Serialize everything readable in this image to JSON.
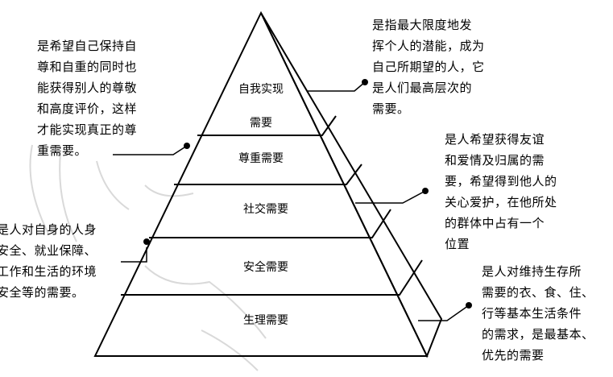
{
  "levels": [
    {
      "label": "自我实现",
      "label2": "需要"
    },
    {
      "label": "尊重需要"
    },
    {
      "label": "社交需要"
    },
    {
      "label": "安全需要"
    },
    {
      "label": "生理需要"
    }
  ],
  "notes": {
    "self_actualization": "是指最大限度地发\n挥个人的潜能，成为\n自己所期望的人，它\n是人们最高层次的\n需要。",
    "esteem": "是希望自己保持自\n尊和自重的同时也\n能获得别人的尊敬\n和高度评价，这样\n才能实现真正的尊\n重需要。",
    "social": "是人希望获得友谊\n和爱情及归属的需\n要，希望得到他人的\n关心爱护，在他所处\n的群体中占有一个\n位置",
    "safety": "是人对自身的人身\n安全、就业保障、\n工作和生活的环境\n安全等的需要。",
    "physiological": "是人对维持生存所\n需要的衣、食、住、\n行等基本生活条件\n的需求，是最基本、\n优先的需要"
  }
}
